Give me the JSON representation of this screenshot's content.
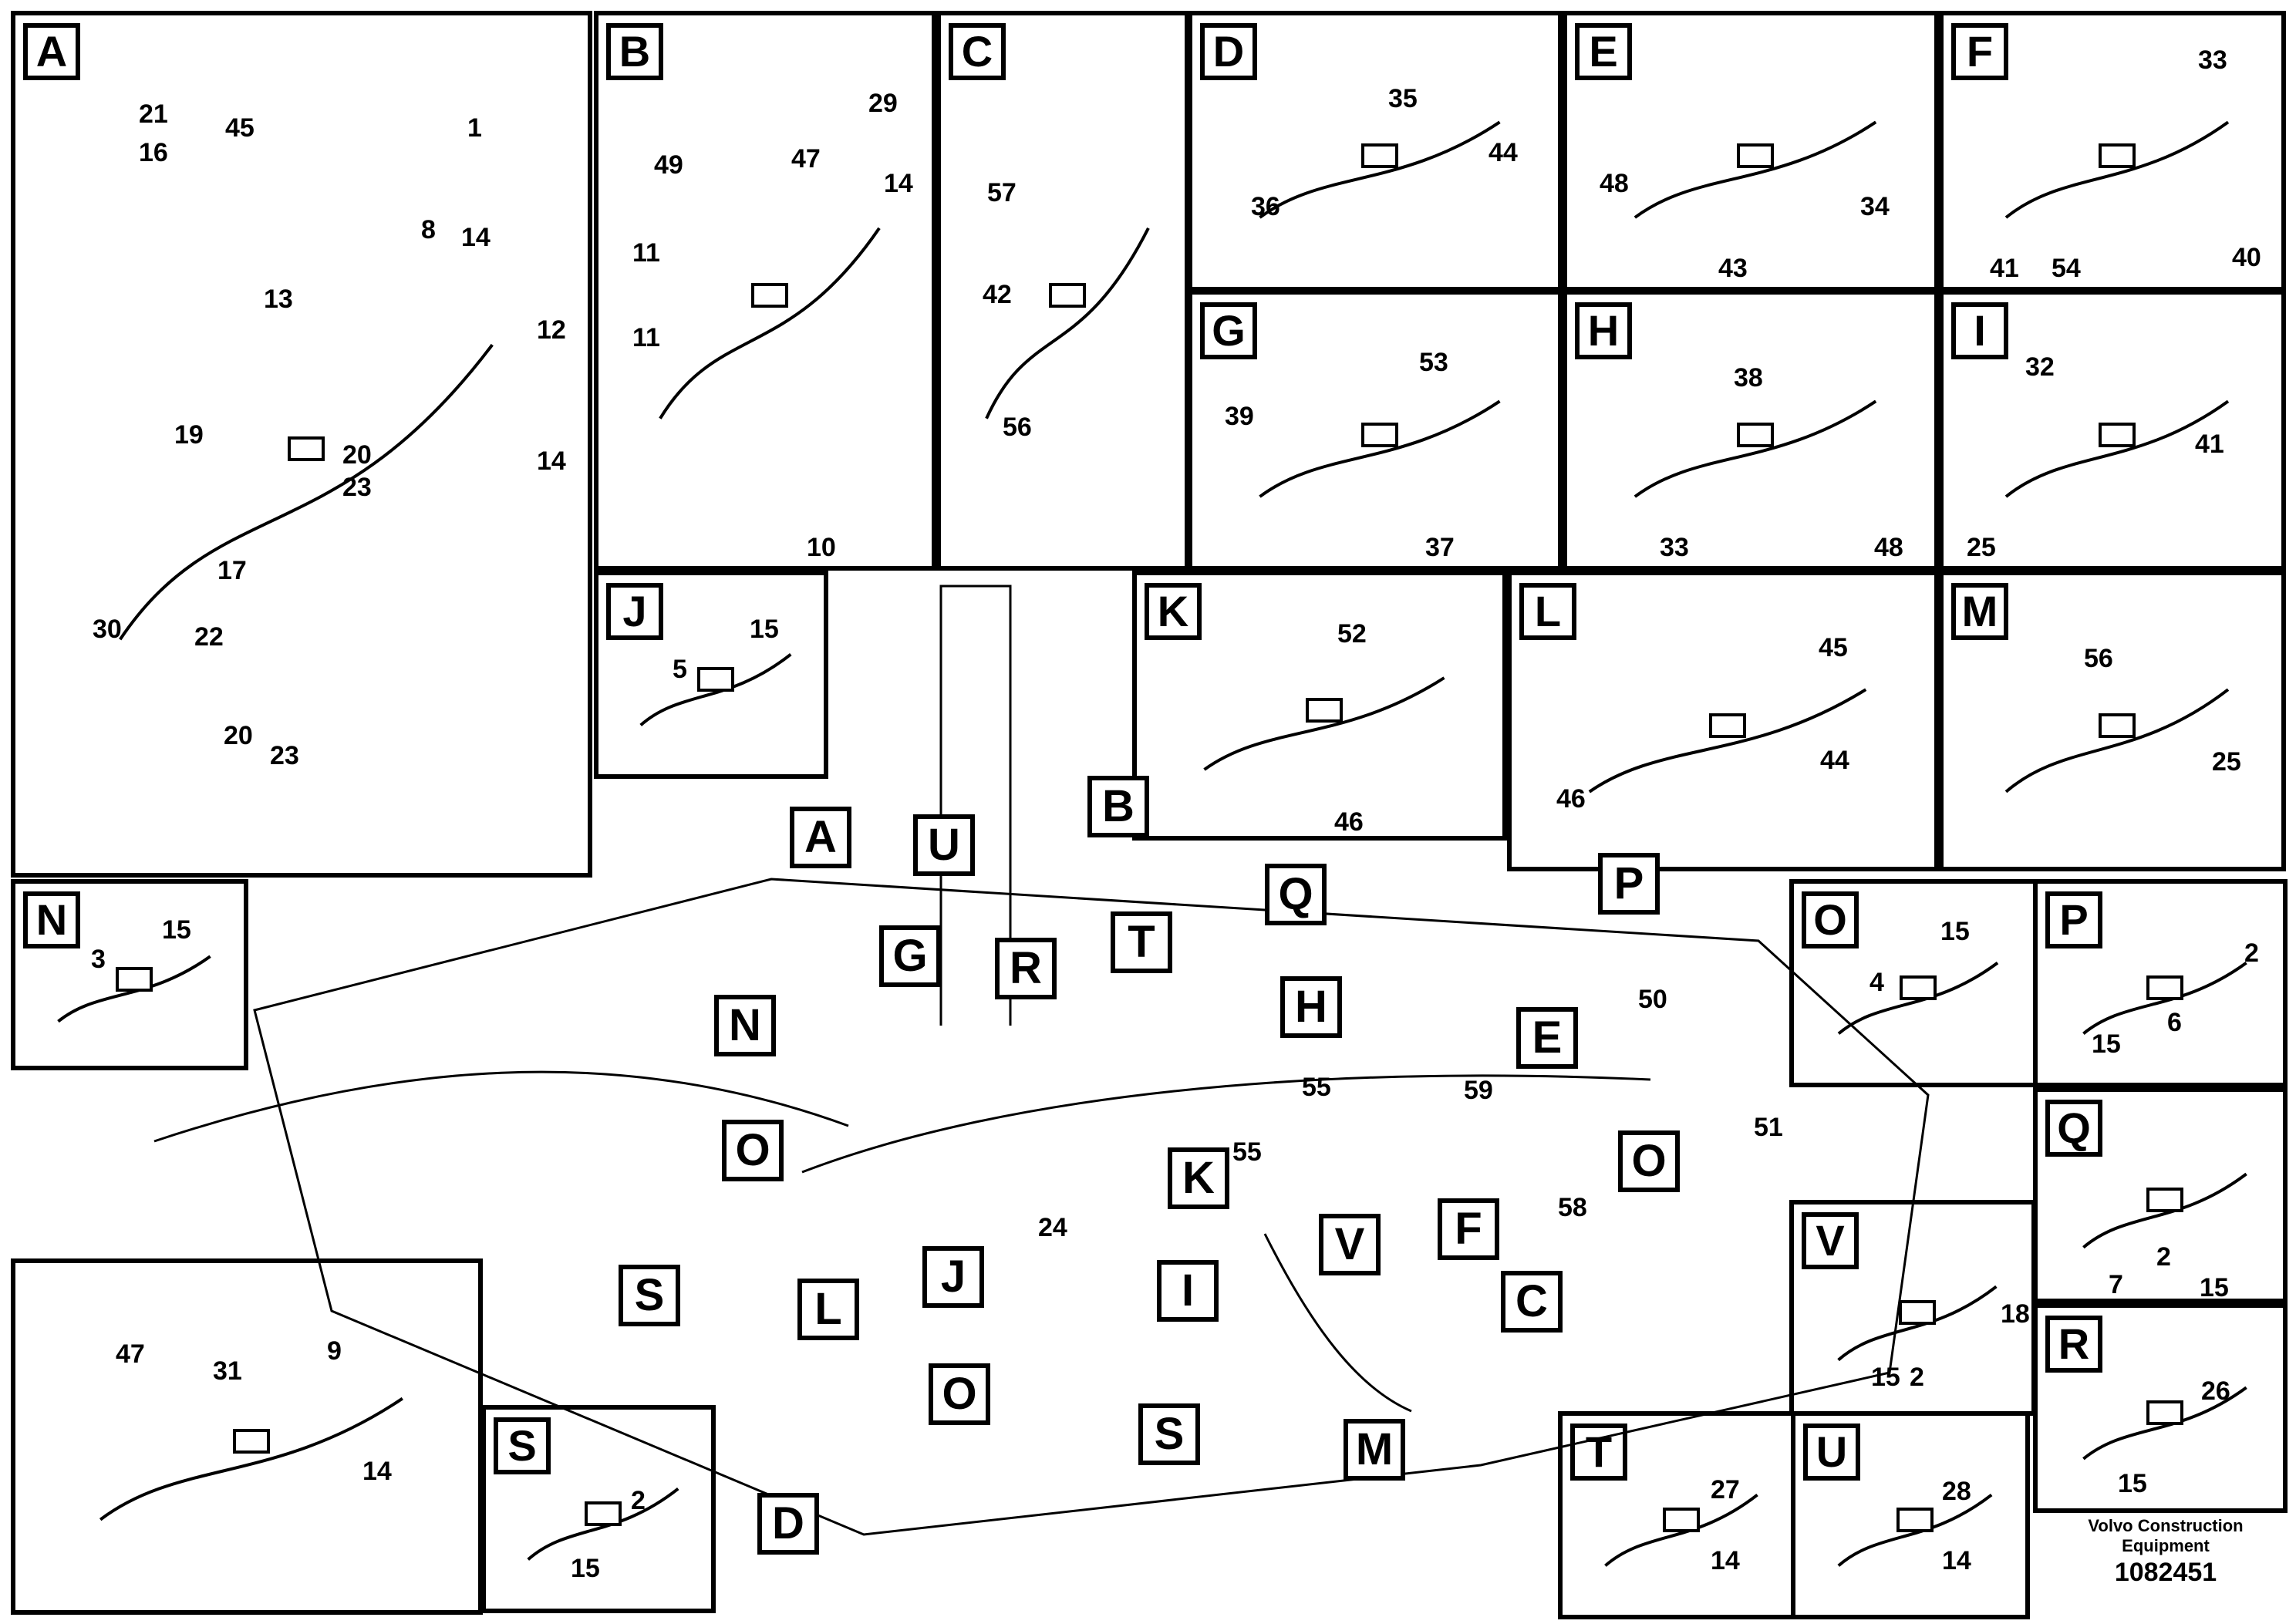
{
  "panels": [
    {
      "key": "A",
      "label": "A",
      "callouts": [
        "21",
        "16",
        "45",
        "1",
        "14",
        "8",
        "13",
        "12",
        "14",
        "19",
        "20",
        "23",
        "17",
        "30",
        "22",
        "20",
        "23"
      ]
    },
    {
      "key": "B",
      "label": "B",
      "callouts": [
        "29",
        "49",
        "47",
        "14",
        "11",
        "11",
        "10"
      ]
    },
    {
      "key": "C",
      "label": "C",
      "callouts": [
        "57",
        "42",
        "56"
      ]
    },
    {
      "key": "D",
      "label": "D",
      "callouts": [
        "35",
        "44",
        "36"
      ]
    },
    {
      "key": "E",
      "label": "E",
      "callouts": [
        "48",
        "34",
        "43"
      ]
    },
    {
      "key": "F",
      "label": "F",
      "callouts": [
        "33",
        "41",
        "54",
        "40"
      ]
    },
    {
      "key": "G",
      "label": "G",
      "callouts": [
        "53",
        "39",
        "37"
      ]
    },
    {
      "key": "H",
      "label": "H",
      "callouts": [
        "38",
        "33",
        "48"
      ]
    },
    {
      "key": "I",
      "label": "I",
      "callouts": [
        "32",
        "41",
        "25"
      ]
    },
    {
      "key": "J",
      "label": "J",
      "callouts": [
        "15",
        "5"
      ]
    },
    {
      "key": "K",
      "label": "K",
      "callouts": [
        "52",
        "46"
      ]
    },
    {
      "key": "L",
      "label": "L",
      "callouts": [
        "45",
        "46",
        "44"
      ]
    },
    {
      "key": "M",
      "label": "M",
      "callouts": [
        "56",
        "25"
      ]
    },
    {
      "key": "N",
      "label": "N",
      "callouts": [
        "15",
        "3"
      ]
    },
    {
      "key": "O",
      "label": "O",
      "callouts": [
        "15",
        "4"
      ]
    },
    {
      "key": "P",
      "label": "P",
      "callouts": [
        "2",
        "15",
        "6"
      ]
    },
    {
      "key": "Q",
      "label": "Q",
      "callouts": [
        "7",
        "2",
        "15"
      ]
    },
    {
      "key": "R",
      "label": "R",
      "callouts": [
        "26",
        "15"
      ]
    },
    {
      "key": "S",
      "label": "S",
      "callouts": [
        "2",
        "15"
      ]
    },
    {
      "key": "T",
      "label": "T",
      "callouts": [
        "27",
        "14"
      ]
    },
    {
      "key": "U",
      "label": "U",
      "callouts": [
        "28",
        "14"
      ]
    },
    {
      "key": "V",
      "label": "V",
      "callouts": [
        "18",
        "15",
        "2"
      ]
    },
    {
      "key": "DET",
      "label": "",
      "callouts": [
        "47",
        "31",
        "9",
        "14"
      ]
    }
  ],
  "main_labels": [
    "A",
    "U",
    "B",
    "T",
    "G",
    "R",
    "Q",
    "P",
    "N",
    "H",
    "E",
    "O",
    "O",
    "K",
    "V",
    "F",
    "C",
    "I",
    "J",
    "L",
    "S",
    "S",
    "M",
    "O",
    "D"
  ],
  "main_numbers": [
    "24",
    "55",
    "55",
    "50",
    "59",
    "51",
    "58"
  ],
  "footer": {
    "line1": "Volvo Construction",
    "line2": "Equipment",
    "code": "1082451"
  }
}
